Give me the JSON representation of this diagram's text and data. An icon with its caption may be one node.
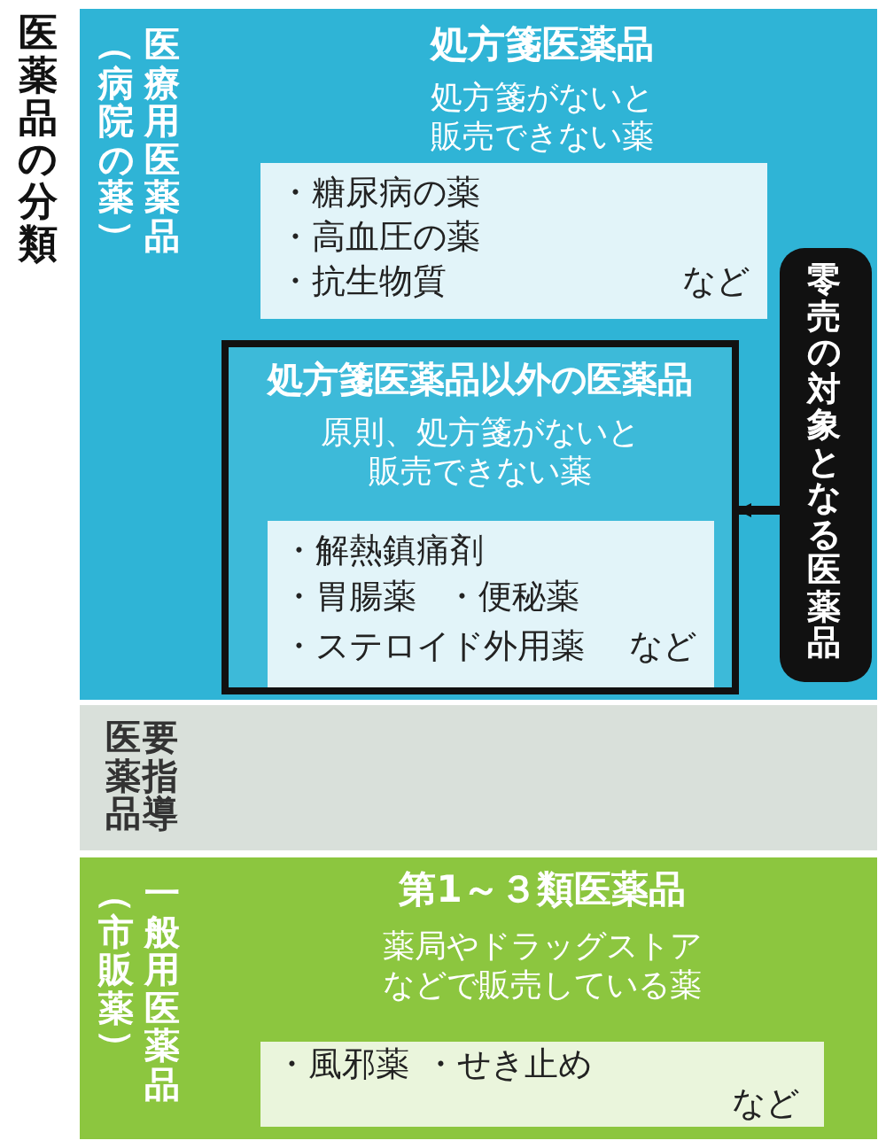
{
  "diagram": {
    "title": "医薬品の分類",
    "nodes": [
      {
        "text": [
          "医療用医薬品",
          "（病院の薬）"
        ]
      },
      {
        "text": [
          "処方箋医薬品",
          "処方箋がないと販売できない薬"
        ],
        "in": 0
      },
      {
        "text": [
          "・糖尿病の薬",
          "・高血圧の薬",
          "・抗生物質",
          "など"
        ],
        "in": 1
      },
      {
        "text": [
          "処方箋医薬品以外の医薬品",
          "原則、処方箋がないと販売できない薬"
        ],
        "in": 0
      },
      {
        "text": [
          "・解熱鎮痛剤",
          "・胃腸薬",
          "・便秘薬",
          "・ステロイド外用薬",
          "など"
        ],
        "in": 3
      },
      {
        "text": [
          "要指導医薬品"
        ]
      },
      {
        "text": [
          "一般用医薬品",
          "（市販薬）"
        ]
      },
      {
        "text": [
          "第1～３類医薬品",
          "薬局やドラッグストアなどで販売している薬"
        ],
        "in": 6
      },
      {
        "text": [
          "・風邪薬",
          "・せき止め",
          "など"
        ],
        "in": 7
      },
      {
        "text": [
          "零売の対象となる医薬品"
        ],
        "in": 0
      }
    ],
    "edges": [
      {
        "from": 9,
        "to": 3,
        "arrow": "to"
      }
    ]
  }
}
